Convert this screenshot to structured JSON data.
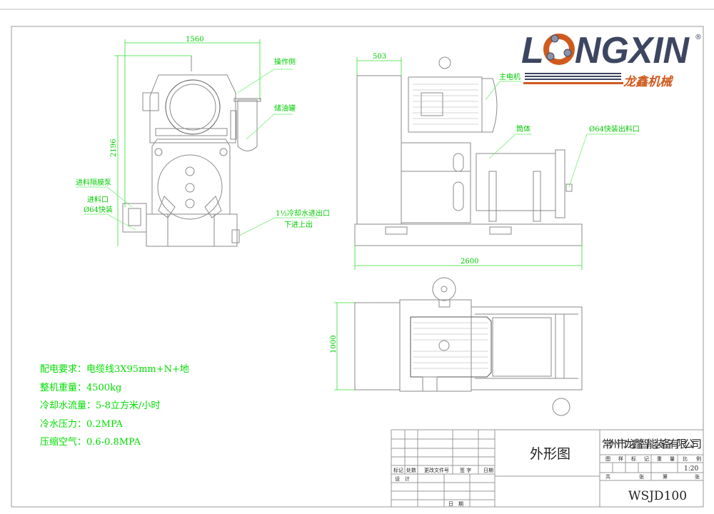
{
  "logo": {
    "brand": "LONGXIN",
    "registered": "®",
    "chinese": "龙鑫机械",
    "navy": "#3d4660",
    "orange": "#d05a1e"
  },
  "dimensions": {
    "width_front": "1560",
    "height_front": "2196",
    "side_offset": "503",
    "length_side": "2600",
    "width_top": "1000"
  },
  "callouts": {
    "operator_side": "操作侧",
    "oil_tank": "储油罐",
    "feed_pump": "进料隔膜泵",
    "feed_inlet": "进料口",
    "feed_inlet_size": "Ø64快装",
    "cooling_water": "1½冷却水进出口",
    "cooling_flow": "下进上出",
    "main_motor": "主电机",
    "barrel": "筒体",
    "outlet": "Ø64快装出料口"
  },
  "notes": [
    "配电要求：电缆线3X95mm+N+地",
    "整机重量：4500kg",
    "冷却水流量：5-8立方米/小时",
    "冷水压力：0.2MPA",
    "压缩空气：0.6-0.8MPA"
  ],
  "title_block": {
    "drawing_name": "外形图",
    "company": "常州市龙鑫智能装备有限公司",
    "rev_headers": [
      "标记",
      "处数",
      "更改文件号",
      "签 字",
      "日期"
    ],
    "design": "设　计",
    "date": "日　期",
    "attr_headers": [
      "图",
      "样",
      "标",
      "记",
      "重",
      "量",
      "比",
      "例"
    ],
    "scale": "1:20",
    "sheet_labels": [
      "共",
      "张",
      "第",
      "张"
    ],
    "drawing_no": "WSJD100"
  }
}
